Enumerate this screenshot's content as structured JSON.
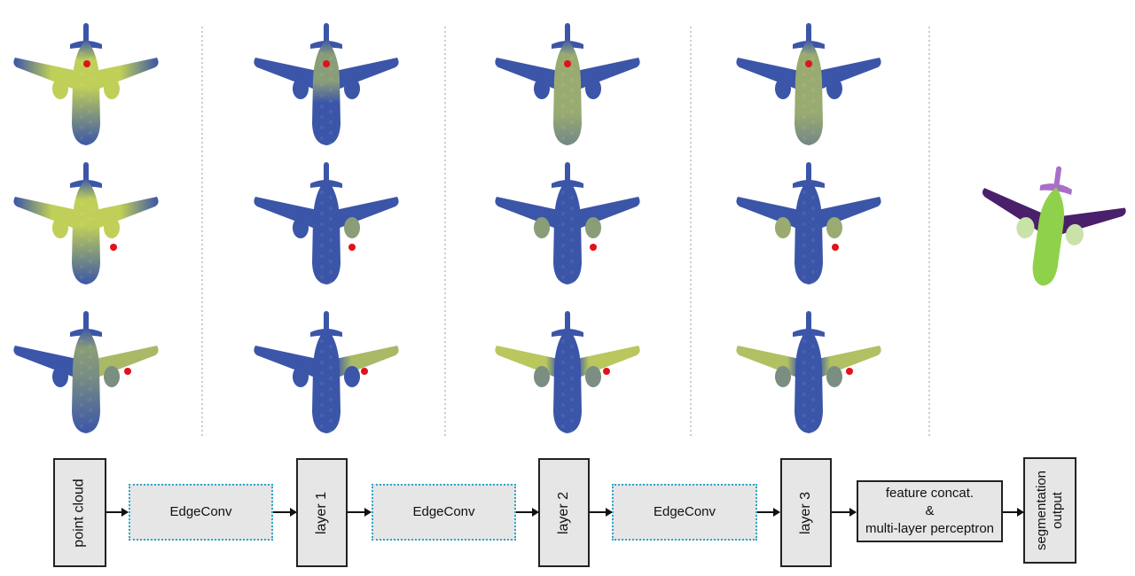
{
  "colors": {
    "blue": "#3b55a8",
    "yellow": "#d8e44a",
    "red": "#e0121a",
    "seg_purple": "#4a1f6b",
    "seg_green": "#8fd14a",
    "seg_light": "#c9e2a8",
    "seg_tail": "#a86fc8"
  },
  "grid": {
    "rows": 3,
    "columns": 4,
    "highlight_rows": [
      [
        {
          "highlight": "full",
          "intensity": 0.85
        },
        {
          "highlight": "fuselage_top",
          "intensity": 0.5
        },
        {
          "highlight": "fuselage_full",
          "intensity": 0.6
        },
        {
          "highlight": "fuselage_full",
          "intensity": 0.6
        }
      ],
      [
        {
          "highlight": "full",
          "intensity": 0.85
        },
        {
          "highlight": "engine_right",
          "intensity": 0.5
        },
        {
          "highlight": "engines",
          "intensity": 0.5
        },
        {
          "highlight": "engines",
          "intensity": 0.6
        }
      ],
      [
        {
          "highlight": "wing_right_full",
          "intensity": 0.7
        },
        {
          "highlight": "wing_right",
          "intensity": 0.7
        },
        {
          "highlight": "wings",
          "intensity": 0.8
        },
        {
          "highlight": "wings",
          "intensity": 0.75
        }
      ]
    ]
  },
  "pipeline": {
    "point_cloud": "point cloud",
    "edgeconv_1": "EdgeConv",
    "layer_1": "layer 1",
    "edgeconv_2": "EdgeConv",
    "layer_2": "layer 2",
    "edgeconv_3": "EdgeConv",
    "layer_3": "layer 3",
    "concat_line1": "feature concat.",
    "concat_line2": "&",
    "concat_line3": "multi-layer perceptron",
    "seg_line1": "segmentation",
    "seg_line2": "output"
  }
}
